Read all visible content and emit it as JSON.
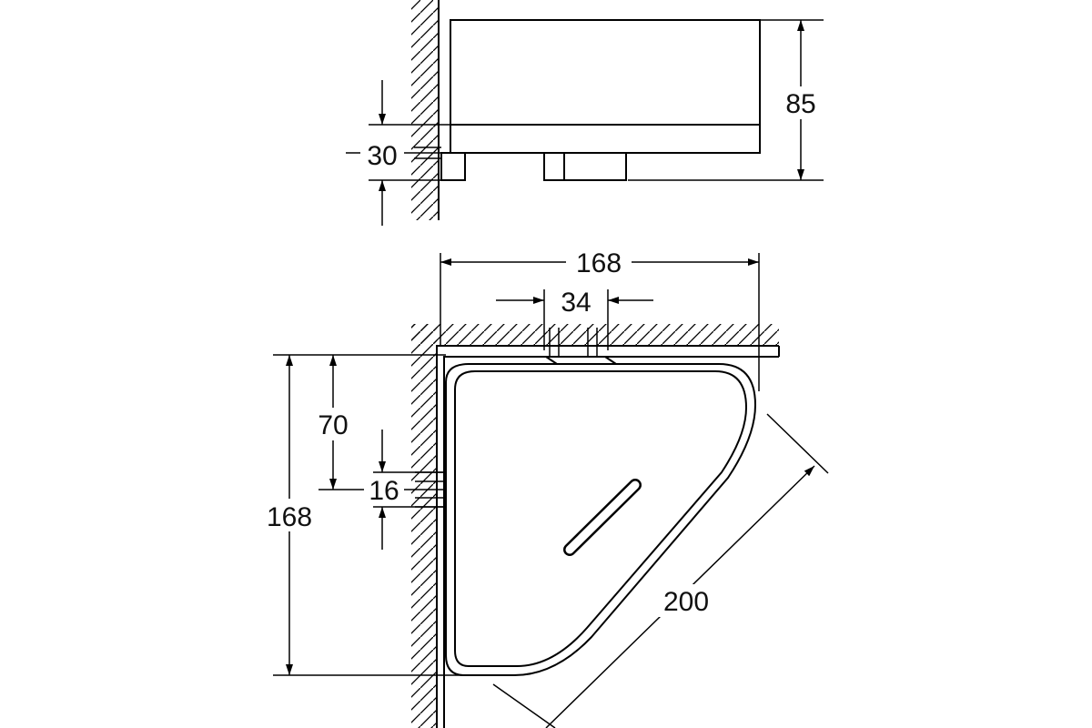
{
  "side_view": {
    "height_label": "85",
    "mount_label": "30"
  },
  "top_view": {
    "width_label": "168",
    "mount_spacing_label": "34",
    "depth_label": "168",
    "mount_offset_label": "70",
    "mount_hole_label": "16",
    "diagonal_label": "200"
  },
  "colors": {
    "line": "#000000",
    "background": "#ffffff"
  }
}
